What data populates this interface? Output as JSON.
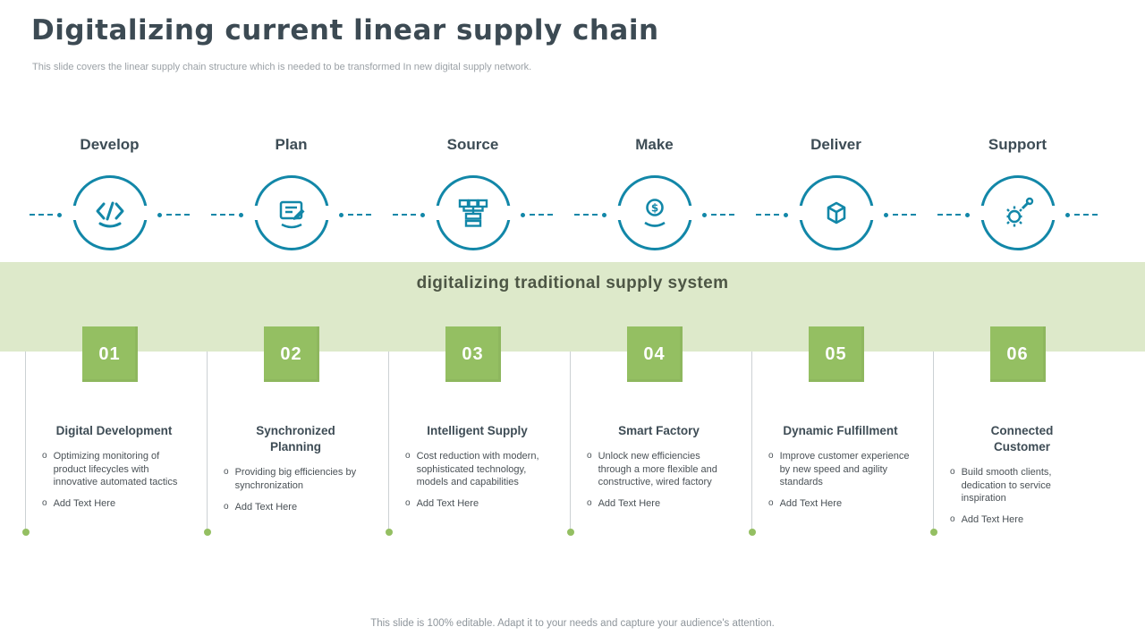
{
  "slide": {
    "title": "Digitalizing current linear supply chain",
    "subtitle": "This slide covers the linear supply chain structure which is needed to be transformed In new digital supply network.",
    "band_title": "digitalizing traditional supply system",
    "bullet_marker": "o",
    "footer": "This slide is 100% editable. Adapt it to your needs and capture your audience's attention."
  },
  "colors": {
    "teal": "#1287a8",
    "band_green": "#dde9ca",
    "square_green": "#94bf62",
    "heading_dark": "#3d4c55"
  },
  "stages": [
    {
      "header": "Develop",
      "icon": "develop-code-icon",
      "number": "01",
      "heading": "Digital Development",
      "bullets": [
        "Optimizing monitoring of product lifecycles with innovative automated tactics",
        "Add Text Here"
      ]
    },
    {
      "header": "Plan",
      "icon": "plan-edit-icon",
      "number": "02",
      "heading": "Synchronized Planning",
      "bullets": [
        "Providing big efficiencies by synchronization",
        "Add Text Here"
      ]
    },
    {
      "header": "Source",
      "icon": "source-network-icon",
      "number": "03",
      "heading": "Intelligent Supply",
      "bullets": [
        "Cost reduction with modern, sophisticated technology, models and capabilities",
        "Add Text Here"
      ]
    },
    {
      "header": "Make",
      "icon": "make-payment-icon",
      "number": "04",
      "heading": "Smart Factory",
      "bullets": [
        "Unlock new efficiencies through a more flexible and constructive, wired factory",
        "Add Text Here"
      ]
    },
    {
      "header": "Deliver",
      "icon": "deliver-package-icon",
      "number": "05",
      "heading": "Dynamic Fulfillment",
      "bullets": [
        "Improve customer experience by new speed and agility standards",
        "Add Text Here"
      ]
    },
    {
      "header": "Support",
      "icon": "support-service-icon",
      "number": "06",
      "heading": "Connected Customer",
      "bullets": [
        "Build smooth clients, dedication to service inspiration",
        "Add Text Here"
      ]
    }
  ]
}
